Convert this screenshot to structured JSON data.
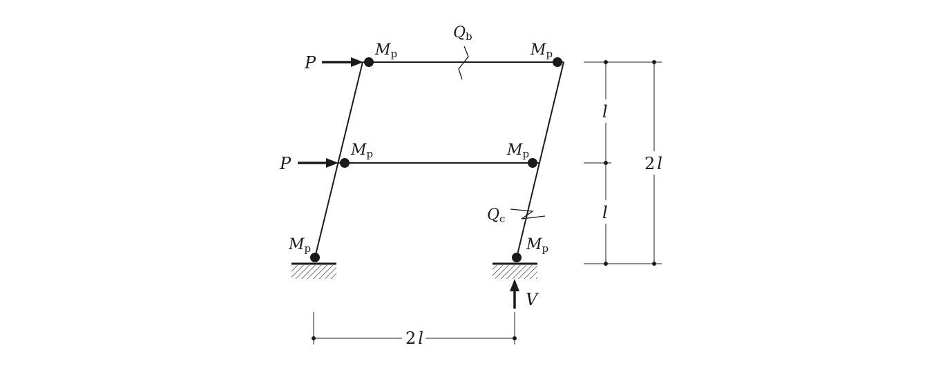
{
  "labels": {
    "load": "P",
    "moment": "M",
    "moment_sub": "p",
    "beam_shear": "Q",
    "beam_shear_sub": "b",
    "column_shear": "Q",
    "column_shear_sub": "c",
    "reaction": "V",
    "story_height": "l",
    "total_height": "2",
    "total_height_var": "l",
    "span": "2",
    "span_var": "l"
  },
  "colors": {
    "line": "#1a1a1a"
  }
}
